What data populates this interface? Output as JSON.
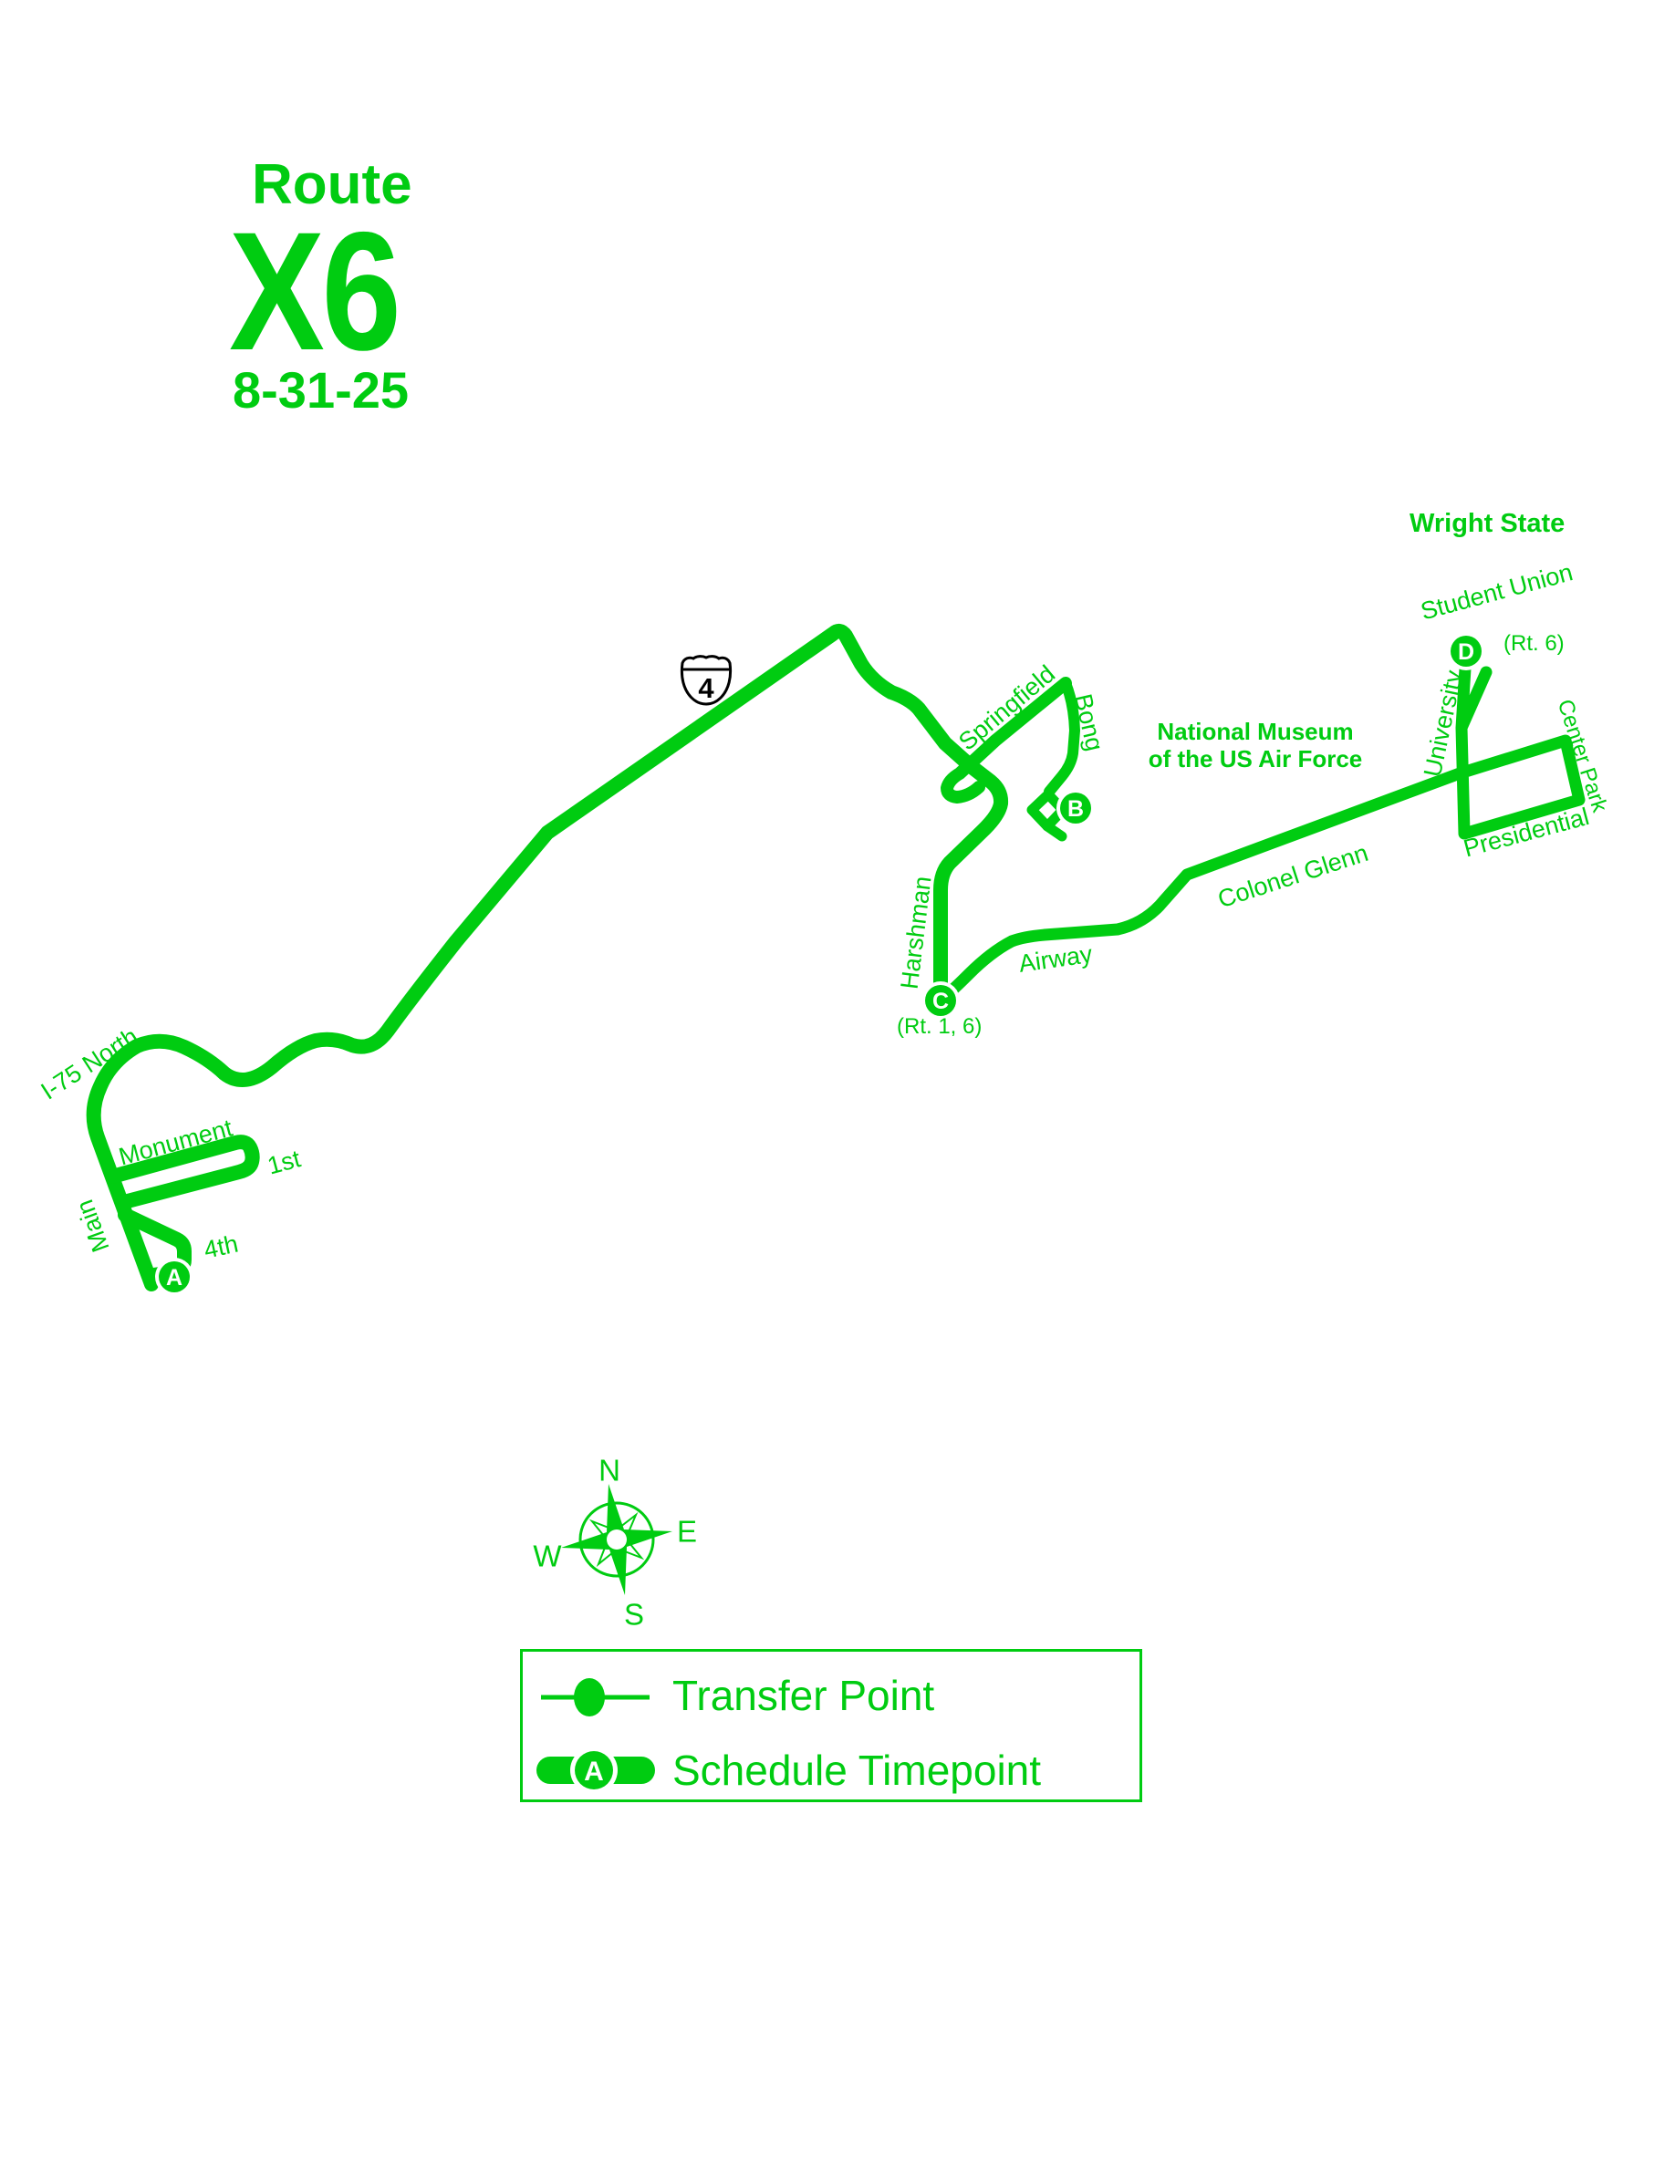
{
  "title": {
    "route_word": "Route",
    "route_number": "X6",
    "date": "8-31-25"
  },
  "colors": {
    "route_green": "#00CC11",
    "shield_outline": "#000000"
  },
  "map": {
    "highway_shield_number": "4",
    "street_labels": {
      "i75_north": "I-75 North",
      "main": "Main",
      "monument": "Monument",
      "first": "1st",
      "fourth": "4th",
      "springfield": "Springfield",
      "bong": "Bong",
      "harshman": "Harshman",
      "airway": "Airway",
      "colonel_glenn": "Colonel Glenn",
      "university": "University",
      "student_union": "Student Union",
      "center_park": "Center Park",
      "presidential": "Presidential"
    },
    "place_labels": {
      "wright_state": "Wright State",
      "museum_line1": "National Museum",
      "museum_line2": "of the US Air Force"
    },
    "timepoints": {
      "a": "A",
      "b": "B",
      "c": "C",
      "d": "D"
    },
    "timepoint_notes": {
      "c": "(Rt. 1, 6)",
      "d": "(Rt. 6)"
    },
    "compass": {
      "north": "N",
      "east": "E",
      "south": "S",
      "west": "W"
    }
  },
  "legend": {
    "transfer_label": "Transfer Point",
    "timepoint_label": "Schedule Timepoint",
    "timepoint_symbol_letter": "A"
  }
}
